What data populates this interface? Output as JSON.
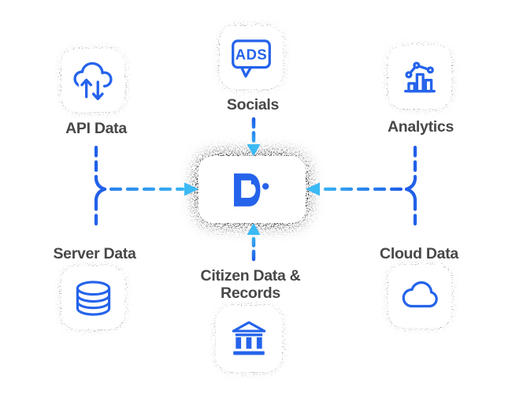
{
  "diagram": {
    "title": "data sources feeding central data hub",
    "center": {
      "name": "data-hub",
      "logo_icon": "d-dot-logo",
      "logo_color": "#2563eb"
    },
    "edges": [
      {
        "from": "api-data",
        "to": "hub"
      },
      {
        "from": "server-data",
        "to": "hub"
      },
      {
        "from": "socials",
        "to": "hub"
      },
      {
        "from": "citizen-data",
        "to": "hub"
      },
      {
        "from": "analytics",
        "to": "hub"
      },
      {
        "from": "cloud-data",
        "to": "hub"
      }
    ]
  },
  "nodes": [
    {
      "id": "api-data",
      "label": "API Data",
      "icon": "cloud-transfer-icon",
      "label_position": "below"
    },
    {
      "id": "socials",
      "label": "Socials",
      "icon": "ads-speech-bubble-icon",
      "icon_text": "ADS",
      "label_position": "below"
    },
    {
      "id": "analytics",
      "label": "Analytics",
      "icon": "bar-line-chart-icon",
      "label_position": "below"
    },
    {
      "id": "server-data",
      "label": "Server Data",
      "icon": "database-icon",
      "label_position": "above"
    },
    {
      "id": "citizen-data",
      "label": "Citizen Data & Records",
      "label_line1": "Citizen Data &",
      "label_line2": "Records",
      "icon": "bank-building-icon",
      "label_position": "above"
    },
    {
      "id": "cloud-data",
      "label": "Cloud Data",
      "icon": "cloud-icon",
      "label_position": "above"
    }
  ],
  "colors": {
    "icon_blue": "#2563eb",
    "dash_blue": "#2160e8",
    "arrow_cyan": "#3bbaf4",
    "label_gray": "#484848",
    "speckle_dark": "#15151c",
    "background": "#ffffff"
  }
}
